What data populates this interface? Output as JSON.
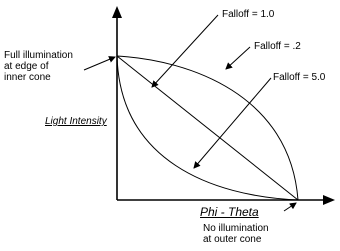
{
  "diagram": {
    "y_axis_label": "Light Intensity",
    "x_axis_label": "Phi - Theta",
    "annotations": {
      "full_illumination": [
        "Full illumination",
        "at edge of",
        "inner cone"
      ],
      "no_illumination": [
        "No illumination",
        "at outer cone"
      ]
    },
    "curves": [
      {
        "label": "Falloff = 1.0",
        "shape": "straight line"
      },
      {
        "label": "Falloff = .2",
        "shape": "convex (upper curve)"
      },
      {
        "label": "Falloff = 5.0",
        "shape": "concave (lower curve)"
      }
    ],
    "colors": {
      "ink": "#000000",
      "background": "#ffffff"
    }
  }
}
